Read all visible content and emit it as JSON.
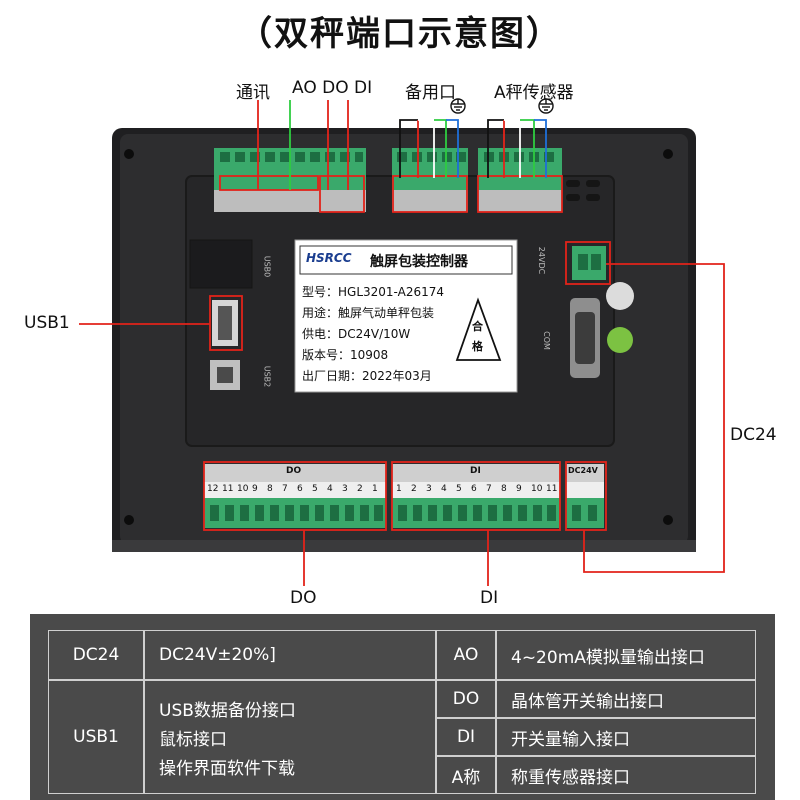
{
  "title": "（双秤端口示意图）",
  "callouts": {
    "comm": "通讯",
    "ao_do_di": "AO DO DI",
    "spare_port": "备用口",
    "a_scale_sensor": "A秤传感器",
    "usb1": "USB1",
    "dc24": "DC24",
    "do": "DO",
    "di": "DI"
  },
  "device": {
    "logo": "HSRCC",
    "label_title": "触屏包装控制器",
    "model": "型号：HGL3201-A26174",
    "usage": "用途：触屏气动单秤包装",
    "power": "供电：DC24V/10W",
    "version": "版本号：10908",
    "date": "出厂日期：2022年03月",
    "pass_mark_1": "合",
    "pass_mark_2": "格",
    "bottom_do": "DO",
    "bottom_di": "DI",
    "bottom_dc": "DC24V",
    "do_numbers": [
      "12",
      "11",
      "10",
      "9",
      "8",
      "7",
      "6",
      "5",
      "4",
      "3",
      "2",
      "1"
    ],
    "di_numbers": [
      "1",
      "2",
      "3",
      "4",
      "5",
      "6",
      "7",
      "8",
      "9",
      "10",
      "11"
    ],
    "port_com": "COM",
    "port_usb0": "USB0",
    "port_usb2": "USB2",
    "port_24vdc": "24VDC"
  },
  "table": {
    "r1": {
      "k1": "DC24",
      "v1": "DC24V±20%]",
      "k2": "AO",
      "v2": "4~20mA模拟量输出接口"
    },
    "r2": {
      "k1": "USB1",
      "v1a": "USB数据备份接口",
      "v1b": "鼠标接口",
      "v1c": "操作界面软件下载",
      "k2": "DO",
      "v2": "晶体管开关输出接口"
    },
    "r3": {
      "k2": "DI",
      "v2": "开关量输入接口"
    },
    "r4": {
      "k2": "A称",
      "v2": "称重传感器接口"
    }
  },
  "colors": {
    "callout_red": "#e2231a",
    "wire_green": "#2ecc40",
    "wire_blue": "#1e6fd9",
    "device_body": "#2d2d2f",
    "terminal_green": "#39a86a",
    "table_bg": "#4a4a4a"
  }
}
